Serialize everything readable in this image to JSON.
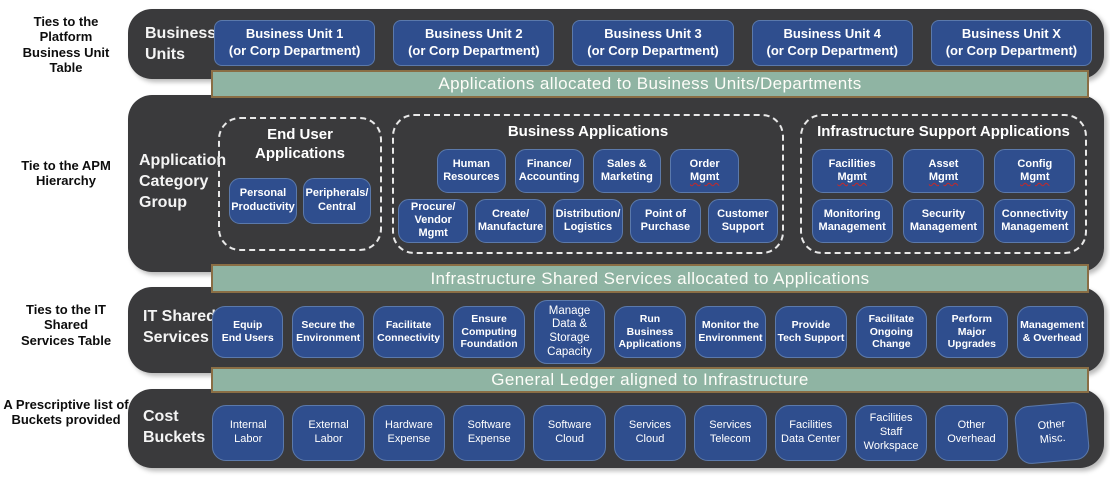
{
  "side_labels": {
    "business_unit_table": "Ties to the\nPlatform\nBusiness Unit\nTable",
    "apm_hierarchy": "Tie to the APM\nHierarchy",
    "it_shared_table": "Ties to the IT\nShared\nServices Table",
    "buckets_provided": "A Prescriptive list of\nBuckets provided"
  },
  "bands": {
    "applications_allocated": "Applications allocated to Business Units/Departments",
    "infrastructure_allocated": "Infrastructure Shared Services allocated to Applications",
    "general_ledger": "General Ledger aligned to Infrastructure"
  },
  "business_units": {
    "label": "Business\nUnits",
    "items": [
      {
        "label": "Business Unit 1\n(or Corp Department)"
      },
      {
        "label": "Business Unit 2\n(or Corp Department)"
      },
      {
        "label": "Business Unit 3\n(or Corp Department)"
      },
      {
        "label": "Business Unit 4\n(or Corp Department)"
      },
      {
        "label": "Business Unit X\n(or Corp Department)"
      }
    ]
  },
  "application_category": {
    "label": "Application\nCategory\nGroup",
    "end_user": {
      "title": "End User\nApplications",
      "items": [
        {
          "label": "Personal\nProductivity"
        },
        {
          "label": "Peripherals/\nCentral"
        }
      ]
    },
    "business": {
      "title": "Business Applications",
      "row1": [
        {
          "label": "Human\nResources"
        },
        {
          "label": "Finance/\nAccounting"
        },
        {
          "label": "Sales &\nMarketing"
        },
        {
          "label": "Order",
          "u": "Mgmt"
        }
      ],
      "row2": [
        {
          "label": "Procure/\nVendor\nMgmt"
        },
        {
          "label": "Create/\nManufacture"
        },
        {
          "label": "Distribution/\nLogistics"
        },
        {
          "label": "Point of\nPurchase"
        },
        {
          "label": "Customer\nSupport"
        }
      ]
    },
    "infrastructure": {
      "title": "Infrastructure Support Applications",
      "row1": [
        {
          "label": "Facilities",
          "u": "Mgmt"
        },
        {
          "label": "Asset",
          "u": "Mgmt"
        },
        {
          "label": "Config",
          "u": "Mgmt"
        }
      ],
      "row2": [
        {
          "label": "Monitoring\nManagement"
        },
        {
          "label": "Security\nManagement"
        },
        {
          "label": "Connectivity\nManagement"
        }
      ]
    }
  },
  "it_shared_services": {
    "label": "IT Shared\nServices",
    "items": [
      {
        "label": "Equip\nEnd Users"
      },
      {
        "label": "Secure the\nEnvironment"
      },
      {
        "label": "Facilitate\nConnectivity"
      },
      {
        "label": "Ensure\nComputing\nFoundation"
      },
      {
        "label": "Manage\nData &\nStorage\nCapacity",
        "class": "tall-light"
      },
      {
        "label": "Run Business\nApplications"
      },
      {
        "label": "Monitor the\nEnvironment"
      },
      {
        "label": "Provide\nTech Support"
      },
      {
        "label": "Facilitate\nOngoing Change"
      },
      {
        "label": "Perform\nMajor Upgrades"
      },
      {
        "label": "Management\n& Overhead"
      }
    ]
  },
  "cost_buckets": {
    "label": "Cost\nBuckets",
    "items": [
      {
        "label": "Internal\nLabor"
      },
      {
        "label": "External\nLabor"
      },
      {
        "label": "Hardware\nExpense"
      },
      {
        "label": "Software\nExpense"
      },
      {
        "label": "Software Cloud"
      },
      {
        "label": "Services\nCloud"
      },
      {
        "label": "Services\nTelecom"
      },
      {
        "label": "Facilities\nData Center"
      },
      {
        "label": "Facilities\nStaff\nWorkspace"
      },
      {
        "label": "Other\nOverhead"
      },
      {
        "label": "Other\nMisc.",
        "class": "tilted"
      }
    ]
  },
  "colors": {
    "row_background": "#3a3a3c",
    "box_blue": "#2f4e8e",
    "box_border_blue": "#5b79ab",
    "band_green": "#8fb4a3",
    "band_border_brown": "#8a6e45",
    "spellcheck_underline_red": "#c62828",
    "text_white": "#ffffff",
    "text_black": "#0d0d0d"
  }
}
